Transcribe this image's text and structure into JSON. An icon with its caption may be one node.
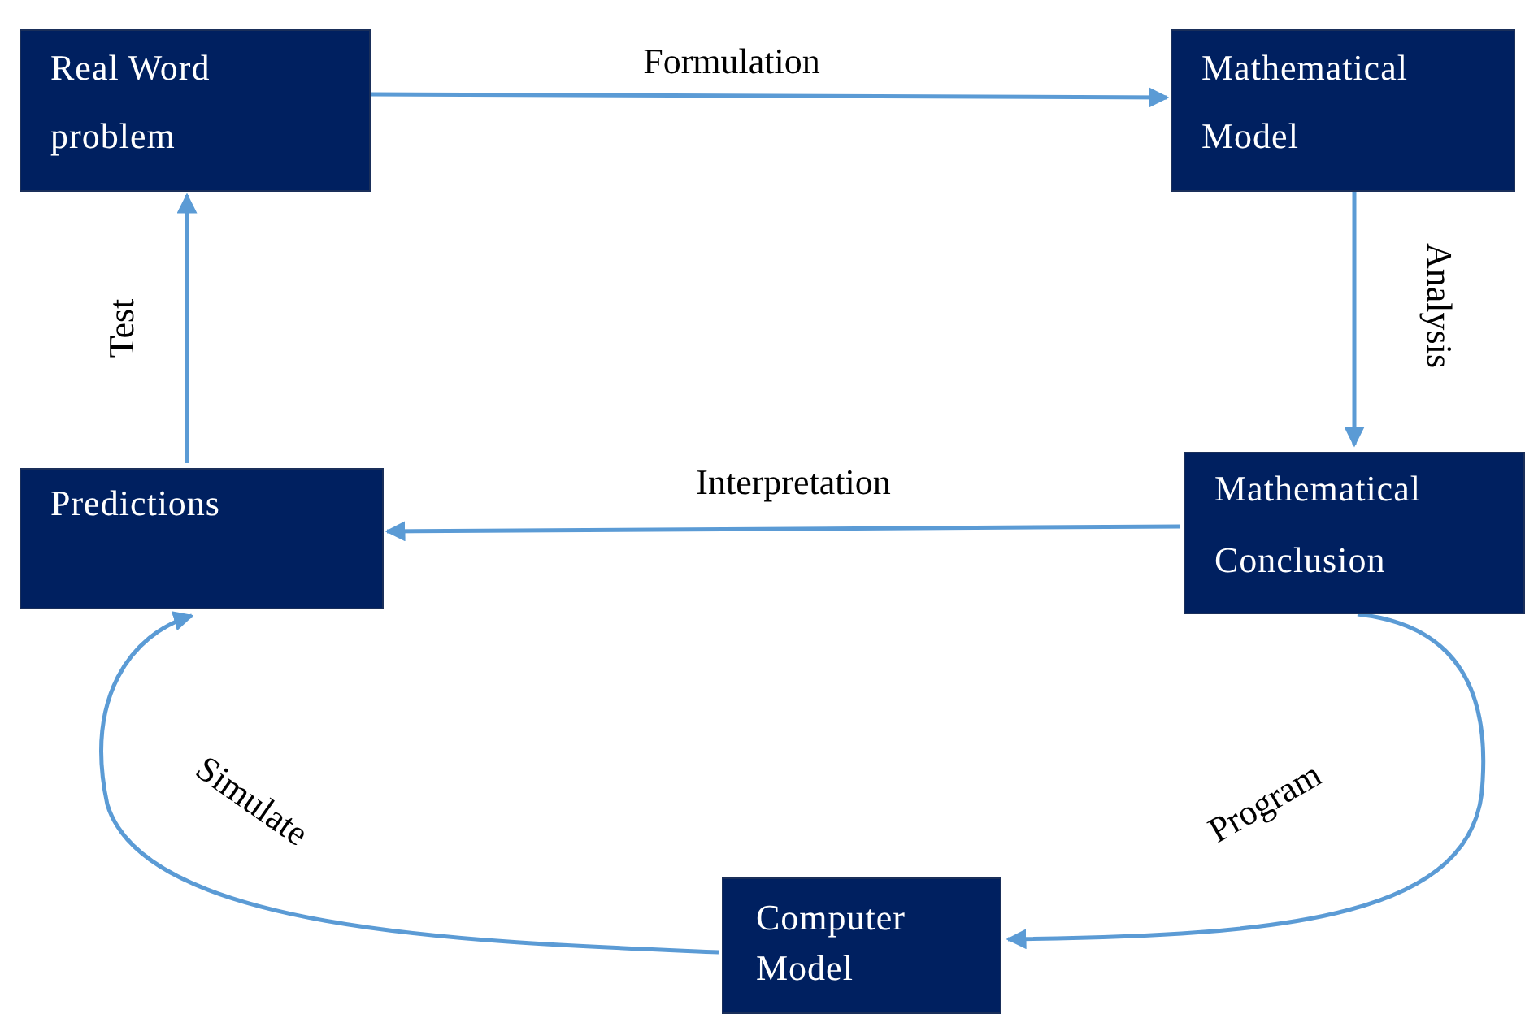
{
  "diagram": {
    "nodes": [
      {
        "text": [
          "Real Word problem"
        ]
      },
      {
        "text": [
          "Mathematical Model"
        ]
      },
      {
        "text": [
          "Predictions"
        ]
      },
      {
        "text": [
          "Mathematical Conclusion"
        ]
      },
      {
        "text": [
          "Computer Model"
        ]
      }
    ],
    "edges": [
      {
        "from": 0,
        "to": 1,
        "arrow": "to",
        "label": "Formulation"
      },
      {
        "from": 1,
        "to": 3,
        "arrow": "to",
        "label": "Analysis"
      },
      {
        "from": 3,
        "to": 2,
        "arrow": "to",
        "label": "Interpretation"
      },
      {
        "from": 2,
        "to": 0,
        "arrow": "to",
        "label": "Test"
      },
      {
        "from": 3,
        "to": 4,
        "arrow": "to",
        "label": "Program"
      },
      {
        "from": 4,
        "to": 2,
        "arrow": "to",
        "label": "Simulate"
      }
    ]
  }
}
